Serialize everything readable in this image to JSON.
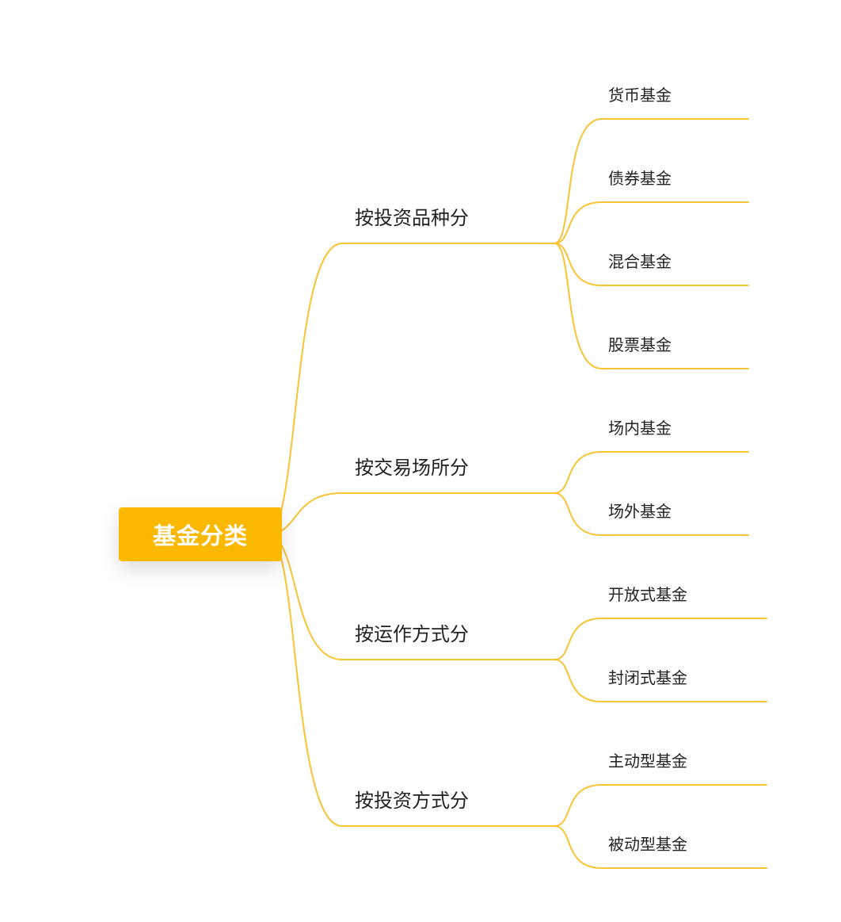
{
  "colors": {
    "accent": "#FBB800",
    "line": "#F7C434",
    "text": "#222222"
  },
  "root": {
    "label": "基金分类"
  },
  "branches": [
    {
      "label": "按投资品种分",
      "children": [
        "货币基金",
        "债券基金",
        "混合基金",
        "股票基金"
      ]
    },
    {
      "label": "按交易场所分",
      "children": [
        "场内基金",
        "场外基金"
      ]
    },
    {
      "label": "按运作方式分",
      "children": [
        "开放式基金",
        "封闭式基金"
      ]
    },
    {
      "label": "按投资方式分",
      "children": [
        "主动型基金",
        "被动型基金"
      ]
    }
  ]
}
